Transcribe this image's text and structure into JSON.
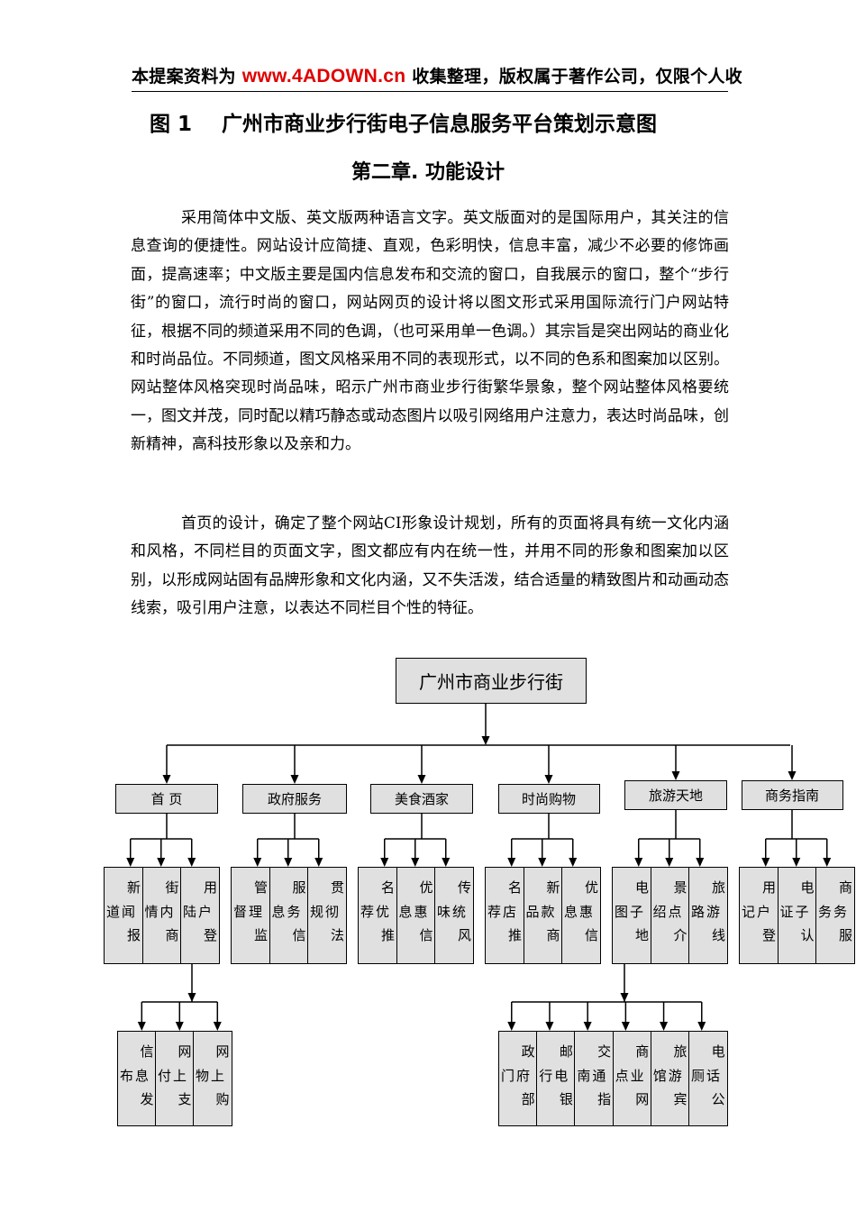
{
  "header": {
    "banner_prefix": "本提案资料为 ",
    "banner_site": "www.4ADOWN.cn",
    "banner_suffix": " 收集整理，版权属于著作公司，仅限个人收"
  },
  "figure_caption": {
    "number": "图 1",
    "title": "广州市商业步行街电子信息服务平台策划示意图"
  },
  "chapter_title": "第二章. 功能设计",
  "paragraphs": [
    "采用简体中文版、英文版两种语言文字。英文版面对的是国际用户，其关注的信息查询的便捷性。网站设计应简捷、直观，色彩明快，信息丰富，减少不必要的修饰画面，提高速率；中文版主要是国内信息发布和交流的窗口，自我展示的窗口，整个“步行街”的窗口，流行时尚的窗口，网站网页的设计将以图文形式采用国际流行门户网站特征，根据不同的频道采用不同的色调，（也可采用单一色调。）其宗旨是突出网站的商业化和时尚品位。不同频道，图文风格采用不同的表现形式，以不同的色系和图案加以区别。网站整体风格突现时尚品味，昭示广州市商业步行街繁华景象，整个网站整体风格要统一，图文并茂，同时配以精巧静态或动态图片以吸引网络用户注意力，表达时尚品味，创新精神，高科技形象以及亲和力。",
    "首页的设计，确定了整个网站CI形象设计规划，所有的页面将具有统一文化内涵和风格，不同栏目的页面文字，图文都应有内在统一性，并用不同的形象和图案加以区别，以形成网站固有品牌形象和文化内涵，又不失活泼，结合适量的精致图片和动画动态线索，吸引用户注意，以表达不同栏目个性的特征。"
  ],
  "diagram": {
    "root": "广州市商业步行街",
    "channels": [
      {
        "label": "首 页",
        "items": [
          [
            "新",
            "道闻",
            "报"
          ],
          [
            "街",
            "情内",
            "商"
          ],
          [
            "用",
            "陆户",
            "登"
          ]
        ]
      },
      {
        "label": "政府服务",
        "items": [
          [
            "管",
            "督理",
            "监"
          ],
          [
            "服",
            "息务",
            "信"
          ],
          [
            "贯",
            "规彻",
            "法"
          ]
        ]
      },
      {
        "label": "美食酒家",
        "items": [
          [
            "名",
            "荐优",
            "推"
          ],
          [
            "优",
            "息惠",
            "信"
          ],
          [
            "传",
            "味统",
            "风"
          ]
        ]
      },
      {
        "label": "时尚购物",
        "items": [
          [
            "名",
            "荐店",
            "推"
          ],
          [
            "新",
            "品款",
            "商"
          ],
          [
            "优",
            "息惠",
            "信"
          ]
        ]
      },
      {
        "label": "旅游天地",
        "items": [
          [
            "电",
            "图子",
            "地"
          ],
          [
            "景",
            "绍点",
            "介"
          ],
          [
            "旅",
            "路游",
            "线"
          ]
        ]
      },
      {
        "label": "商务指南",
        "items": [
          [
            "用",
            "记户",
            "登"
          ],
          [
            "电",
            "证子",
            "认"
          ],
          [
            "商",
            "务务",
            "服"
          ]
        ]
      }
    ],
    "sub_home": [
      [
        "信",
        "布息",
        "发"
      ],
      [
        "网",
        "付上",
        "支"
      ],
      [
        "网",
        "物上",
        "购"
      ]
    ],
    "sub_travel": [
      [
        "政",
        "门府",
        "部"
      ],
      [
        "邮",
        "行电",
        "银"
      ],
      [
        "交",
        "南通",
        "指"
      ],
      [
        "商",
        "点业",
        "网"
      ],
      [
        "旅",
        "馆游",
        "宾"
      ],
      [
        "电",
        "厕话",
        "公"
      ]
    ]
  }
}
